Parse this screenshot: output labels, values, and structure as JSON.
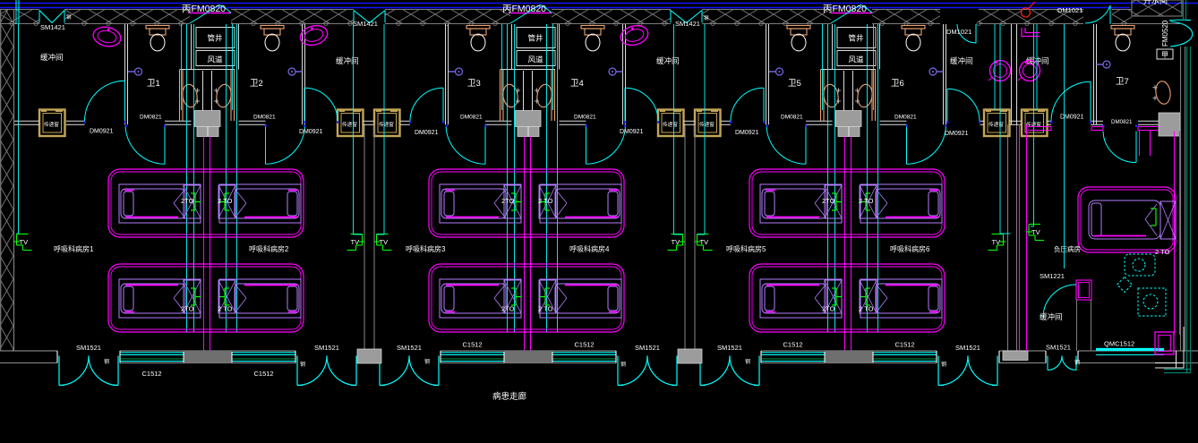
{
  "drawing": {
    "type": "cad-floor-plan",
    "corridor_label": "病患走廊",
    "colors": {
      "background": "#000000",
      "wall_gray": "#7d7d7d",
      "wall_white": "#dcdcdc",
      "text_white": "#ffffff",
      "cyan": "#00ffff",
      "blue": "#1414ff",
      "jamb_blue": "#2222ff",
      "magenta": "#ff00ff",
      "violet": "#b47dff",
      "orange": "#eda270",
      "tan": "#c3a558",
      "green": "#00ff00",
      "window_green": "#00a050",
      "teal": "#00826e",
      "purple": "#7a68e8",
      "red": "#ff1e1e",
      "gray_fill": "#9c9c9c",
      "pier_fill": "#6f6f6f"
    },
    "tags": {
      "fire_door_top": "丙FM0820",
      "buffer_top_door": "SM1421",
      "buffer_room": "缓冲间",
      "pass_window": "传递窗",
      "pipe_shaft": "管井",
      "air_duct": "风道",
      "buffer_door": "DM0921",
      "bath_door": "DM0821",
      "ward_door": "SM1521",
      "window": "C1512",
      "tv": "TV",
      "bed_outlet_left": "2TO",
      "bed_outlet_right": "2 TO",
      "steel_mark": "钢"
    },
    "modules": [
      {
        "bath_left": "卫1",
        "bath_right": "卫2",
        "ward_left": "呼吸科病房1",
        "ward_right": "呼吸科病房2"
      },
      {
        "bath_left": "卫3",
        "bath_right": "卫4",
        "ward_left": "呼吸科病房3",
        "ward_right": "呼吸科病房4"
      },
      {
        "bath_left": "卫5",
        "bath_right": "卫6",
        "ward_left": "呼吸科病房5",
        "ward_right": "呼吸科病房6"
      }
    ],
    "right_section": {
      "top_door_left": "DM1021",
      "top_door_right": "DM1021",
      "buffer_room_1": "缓冲间",
      "buffer_room_2": "缓冲间",
      "buffer_door": "DM0921",
      "bath": "卫7",
      "bath_door": "DM0821",
      "ward": "负压病房",
      "bed_outlet": "2 TO",
      "inner_door": "SM1221",
      "entry_buffer": "缓冲间",
      "entry_door": "SM1521",
      "steel_mark": "钢",
      "window": "QMC1512",
      "corner_door": "FM0520",
      "corner_room": "开水间",
      "grade_mark": "甲"
    }
  }
}
